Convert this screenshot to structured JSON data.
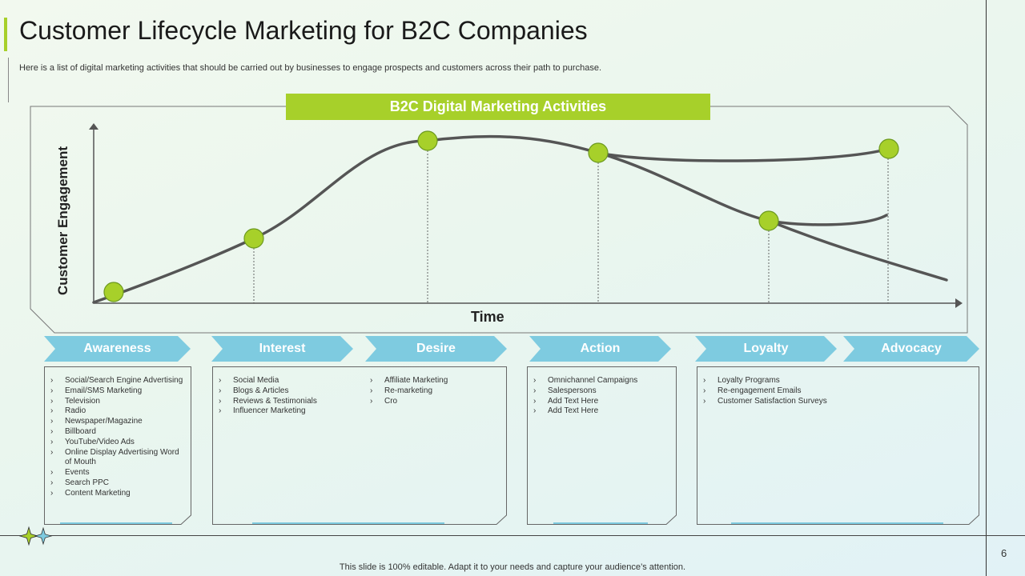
{
  "page": {
    "title": "Customer Lifecycle Marketing for B2C Companies",
    "subtitle": "Here is a list of digital marketing activities that should be carried out by businesses to engage prospects and customers across their path to purchase.",
    "page_number": "6",
    "footer": "This slide is 100% editable. Adapt it to your needs and capture your audience’s attention."
  },
  "colors": {
    "accent_green": "#a7d02a",
    "stage_blue": "#7ecbe0",
    "curve": "#555555"
  },
  "diagram": {
    "header": "B2C Digital Marketing Activities",
    "y_axis_label": "Customer Engagement",
    "x_axis_label": "Time"
  },
  "stages": [
    {
      "label": "Awareness"
    },
    {
      "label": "Interest"
    },
    {
      "label": "Desire"
    },
    {
      "label": "Action"
    },
    {
      "label": "Loyalty"
    },
    {
      "label": "Advocacy"
    }
  ],
  "panels": {
    "awareness": [
      "Social/Search Engine Advertising",
      "Email/SMS  Marketing",
      "Television",
      "Radio",
      "Newspaper/Magazine",
      "Billboard",
      "YouTube/Video Ads",
      "Online Display Advertising Word of Mouth",
      "Events",
      "Search PPC",
      "Content Marketing"
    ],
    "interest_desire_left": [
      "Social Media",
      "Blogs & Articles",
      "Reviews & Testimonials",
      "Influencer Marketing"
    ],
    "interest_desire_right": [
      "Affiliate Marketing",
      "Re-marketing",
      "Cro"
    ],
    "action": [
      "Omnichannel Campaigns",
      "Salespersons",
      "Add Text Here",
      "Add Text Here"
    ],
    "loyalty_advocacy": [
      "Loyalty Programs",
      "Re-engagement Emails",
      "Customer Satisfaction Surveys"
    ]
  }
}
